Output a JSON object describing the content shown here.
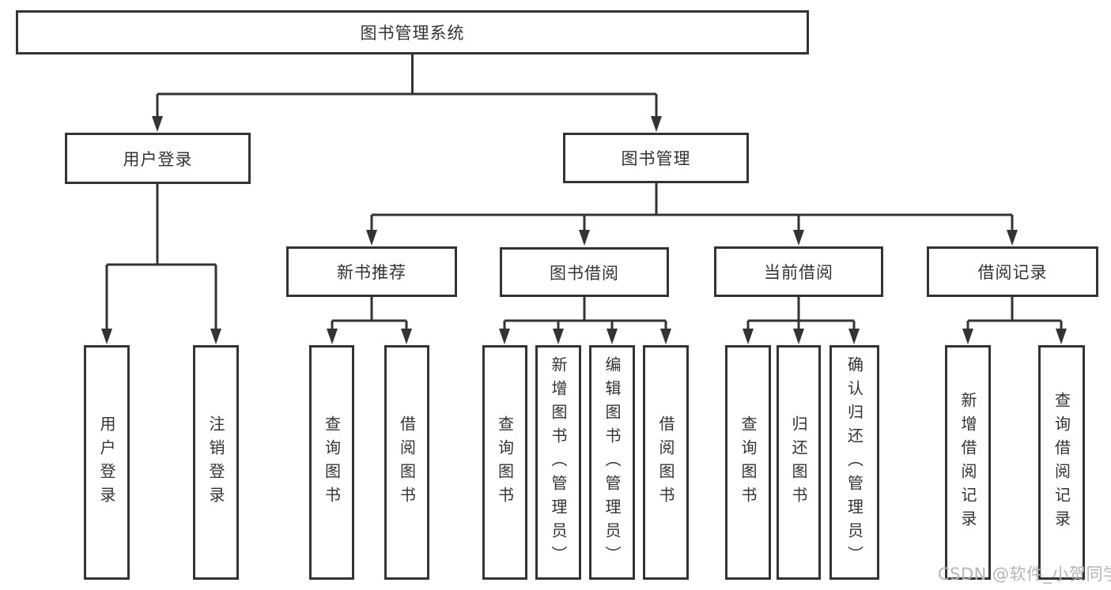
{
  "diagram": {
    "root": "图书管理系统",
    "level2": {
      "user_login": "用户登录",
      "book_mgmt": "图书管理"
    },
    "level3": {
      "new_book_rec": "新书推荐",
      "book_borrow": "图书借阅",
      "current_borrow": "当前借阅",
      "borrow_records": "借阅记录"
    },
    "leaves": {
      "user_login": "用户登录",
      "logout": "注销登录",
      "rec_query_book": "查询图书",
      "rec_borrow_book": "借阅图书",
      "bb_query_book": "查询图书",
      "bb_add_book": "新增图书（管理员）",
      "bb_edit_book": "编辑图书（管理员）",
      "bb_borrow_book": "借阅图书",
      "cb_query_book": "查询图书",
      "cb_return_book": "归还图书",
      "cb_confirm_return": "确认归还（管理员）",
      "br_add_record": "新增借阅记录",
      "br_query_record": "查询借阅记录"
    }
  },
  "watermark": "CSDN @软件_小贺同学",
  "colors": {
    "line": "#333333",
    "text": "#333333",
    "node_background": "#ffffff",
    "watermark": "#b5b5b5",
    "background": "#ffffff"
  }
}
